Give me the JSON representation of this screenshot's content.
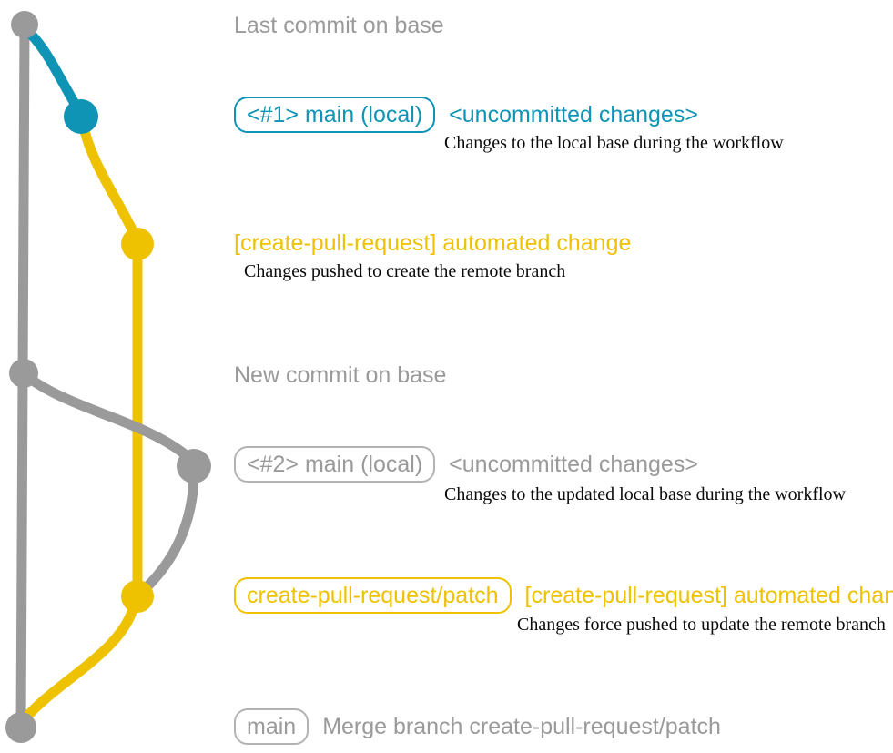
{
  "colors": {
    "gray": "#9a9a9a",
    "blue": "#0f94b6",
    "yellow": "#eec200",
    "ink": "#0a0a0a",
    "background": "#ffffff"
  },
  "diagram": {
    "kind": "git-branch-workflow",
    "branches": [
      {
        "id": "base",
        "color_name": "gray"
      },
      {
        "id": "local-main",
        "color_name": "blue"
      },
      {
        "id": "create-pull-request-patch",
        "color_name": "yellow"
      }
    ],
    "events": [
      {
        "id": "last-commit-on-base",
        "label": "Last commit on base"
      },
      {
        "id": "local-changes-1",
        "badge": "<#1> main (local)",
        "title": "<uncommitted changes>",
        "desc": "Changes to the local base during the workflow"
      },
      {
        "id": "automated-change-1",
        "title": "[create-pull-request] automated change",
        "desc": "Changes pushed to create the remote branch"
      },
      {
        "id": "new-commit-on-base",
        "label": "New commit on base"
      },
      {
        "id": "local-changes-2",
        "badge": "<#2> main (local)",
        "title": "<uncommitted changes>",
        "desc": "Changes to the updated local base during the workflow"
      },
      {
        "id": "automated-change-2",
        "badge": "create-pull-request/patch",
        "title": "[create-pull-request] automated change",
        "desc": "Changes force pushed to update the remote branch"
      },
      {
        "id": "merge-commit",
        "badge": "main",
        "title": "Merge branch create-pull-request/patch"
      }
    ]
  }
}
